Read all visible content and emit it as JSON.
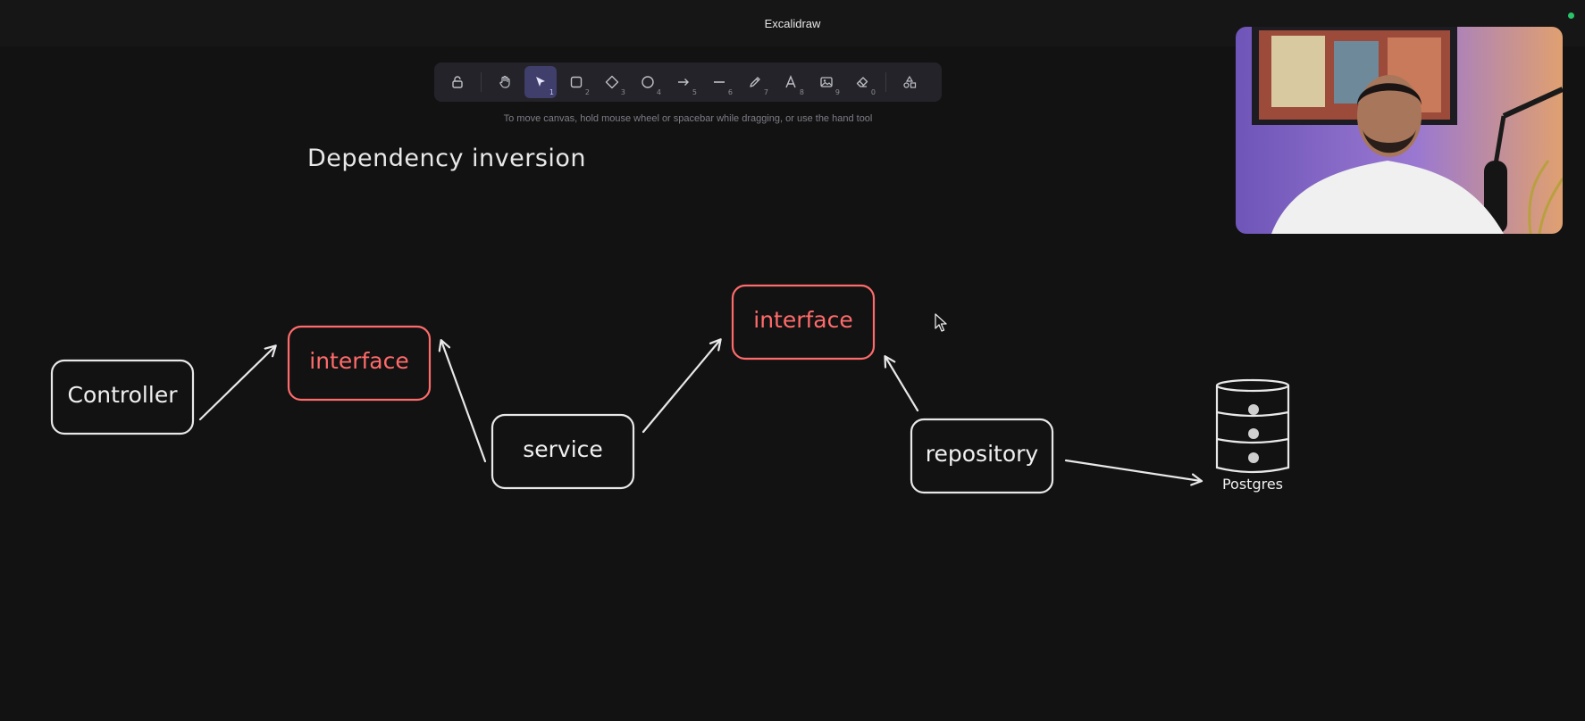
{
  "window": {
    "title": "Excalidraw"
  },
  "toolbar": {
    "tools": [
      {
        "name": "lock",
        "icon": "lock-icon",
        "key": ""
      },
      {
        "name": "hand",
        "icon": "hand-icon",
        "key": ""
      },
      {
        "name": "selection",
        "icon": "pointer-icon",
        "key": "1",
        "active": true
      },
      {
        "name": "rectangle",
        "icon": "rectangle-icon",
        "key": "2"
      },
      {
        "name": "diamond",
        "icon": "diamond-icon",
        "key": "3"
      },
      {
        "name": "ellipse",
        "icon": "ellipse-icon",
        "key": "4"
      },
      {
        "name": "arrow",
        "icon": "arrow-icon",
        "key": "5"
      },
      {
        "name": "line",
        "icon": "line-icon",
        "key": "6"
      },
      {
        "name": "draw",
        "icon": "pencil-icon",
        "key": "7"
      },
      {
        "name": "text",
        "icon": "text-icon",
        "key": "8"
      },
      {
        "name": "image",
        "icon": "image-icon",
        "key": "9"
      },
      {
        "name": "eraser",
        "icon": "eraser-icon",
        "key": "0"
      },
      {
        "name": "extra-tools",
        "icon": "shapes-icon",
        "key": ""
      }
    ],
    "hint": "To move canvas, hold mouse wheel or spacebar while dragging, or use the hand tool"
  },
  "canvas": {
    "heading": "Dependency inversion",
    "nodes": {
      "controller": "Controller",
      "interface_left": "interface",
      "service": "service",
      "interface_right": "interface",
      "repository": "repository",
      "database": "Postgres"
    }
  },
  "colors": {
    "background": "#121212",
    "stroke": "#e8e8e8",
    "accent_red": "#ff6b6b",
    "active_tool": "#403e6a"
  }
}
